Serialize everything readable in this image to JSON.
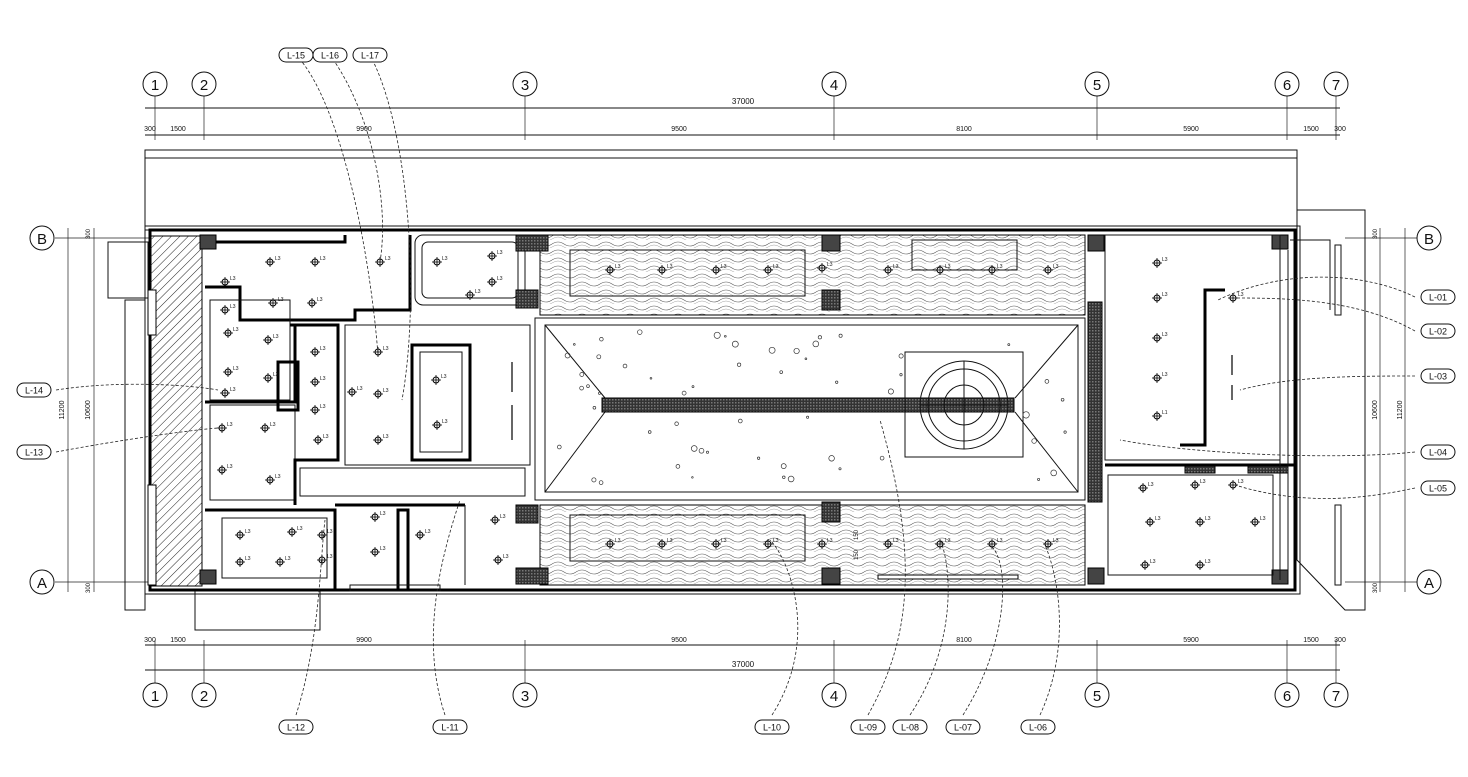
{
  "grid_columns": [
    "1",
    "2",
    "3",
    "4",
    "5",
    "6",
    "7"
  ],
  "grid_rows": [
    "A",
    "B"
  ],
  "dims_top": {
    "total": "37000",
    "segments": [
      "300",
      "1500",
      "9900",
      "9500",
      "8100",
      "5900",
      "1500",
      "300"
    ]
  },
  "dims_bottom": {
    "total": "37000",
    "segments": [
      "300",
      "1500",
      "9900",
      "9500",
      "8100",
      "5900",
      "1500",
      "300"
    ]
  },
  "dims_left": {
    "overall": "11200",
    "inner": "10600",
    "edge_top": "300",
    "edge_bottom": "300"
  },
  "dims_right": {
    "overall": "11200",
    "inner": "10600",
    "edge_top": "300",
    "edge_bottom": "300"
  },
  "callouts": [
    "L-01",
    "L-02",
    "L-03",
    "L-04",
    "L-05",
    "L-06",
    "L-07",
    "L-08",
    "L-09",
    "L-10",
    "L-11",
    "L-12",
    "L-13",
    "L-14",
    "L-15",
    "L-16",
    "L-17"
  ],
  "lamp_label": "L3",
  "lamp_label_alt": "L1",
  "small_dims": [
    "150",
    "150"
  ]
}
